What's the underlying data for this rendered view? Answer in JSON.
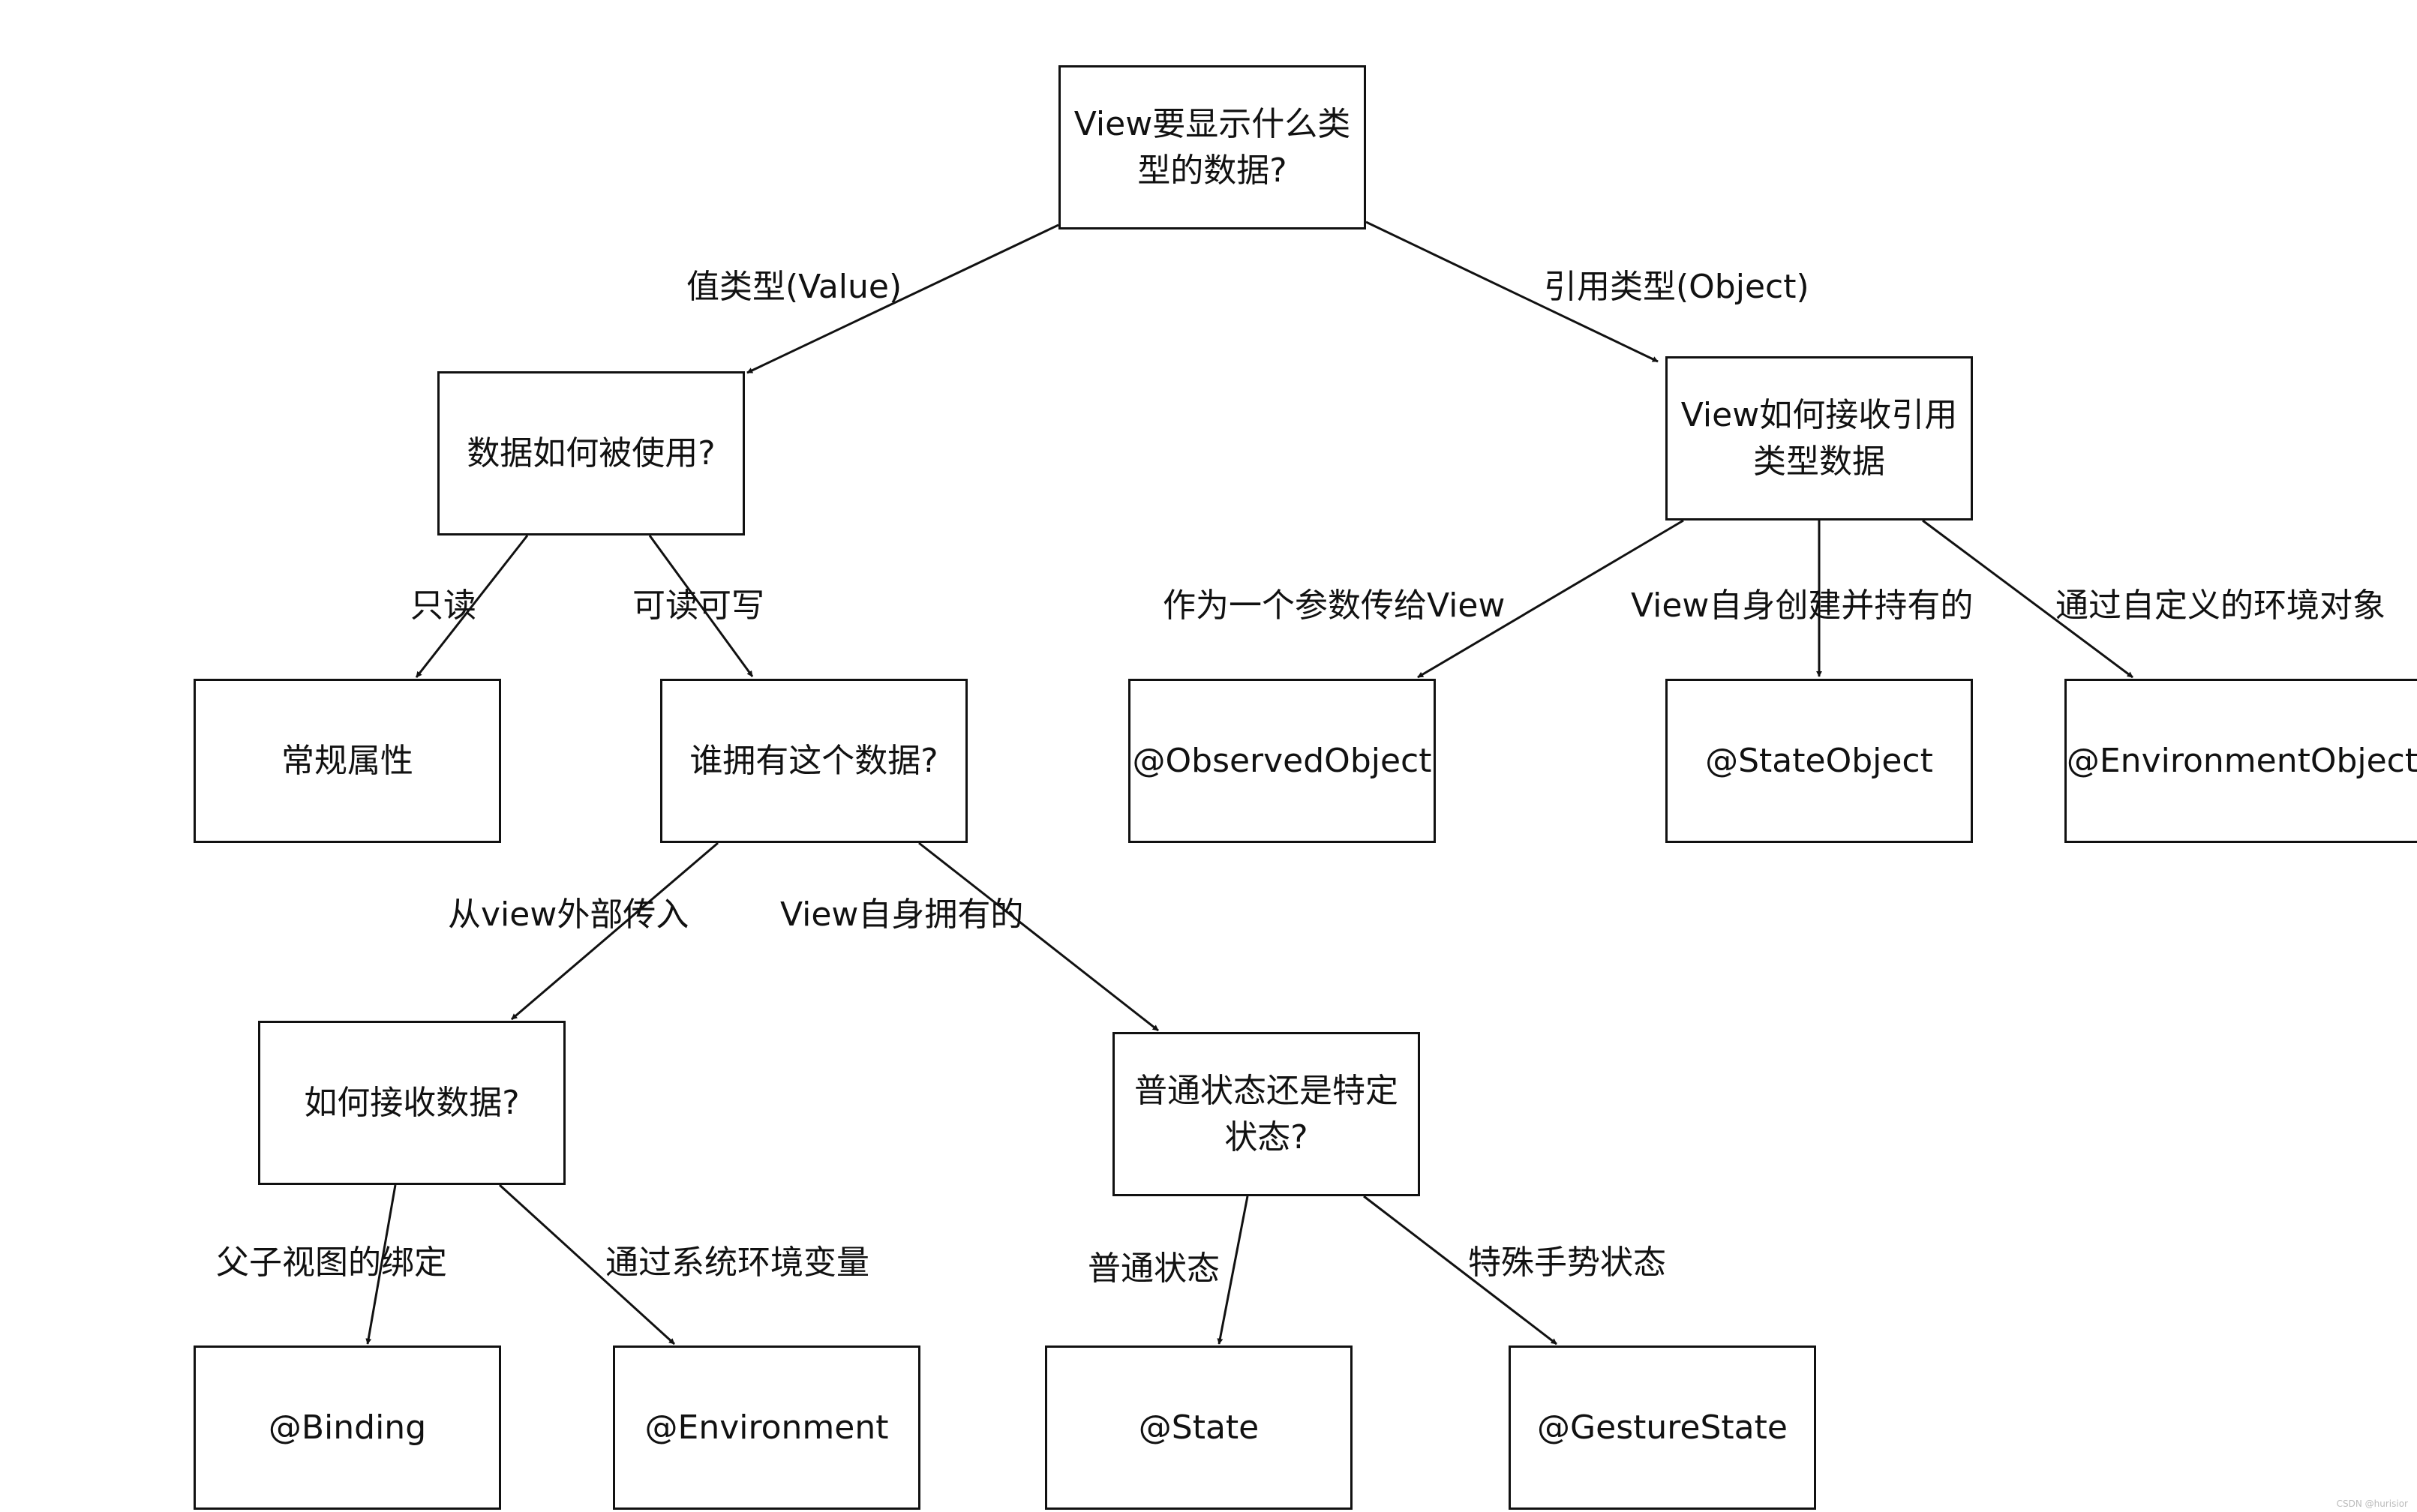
{
  "nodes": {
    "root": "View要显示什么类\n型的数据?",
    "data_usage": "数据如何被使用?",
    "view_receive_ref": "View如何接收引用\n类型数据",
    "regular_property": "常规属性",
    "who_owns": "谁拥有这个数据?",
    "observed_object": "@ObservedObject",
    "state_object": "@StateObject",
    "environment_object": "@EnvironmentObject",
    "how_receive": "如何接收数据?",
    "normal_or_specific": "普通状态还是特定\n状态?",
    "binding": "@Binding",
    "environment": "@Environment",
    "state": "@State",
    "gesture_state": "@GestureState"
  },
  "edges": {
    "value_type": "值类型(Value)",
    "reference_type": "引用类型(Object)",
    "read_only": "只读",
    "read_write": "可读可写",
    "param_to_view": "作为一个参数传给View",
    "view_created_owned": "View自身创建并持有的",
    "custom_env_object": "通过自定义的环境对象",
    "from_outside": "从view外部传入",
    "view_owned": "View自身拥有的",
    "parent_child_binding": "父子视图的绑定",
    "system_env": "通过系统环境变量",
    "normal_state": "普通状态",
    "gesture_state": "特殊手势状态"
  },
  "watermark": "CSDN @hurisior"
}
